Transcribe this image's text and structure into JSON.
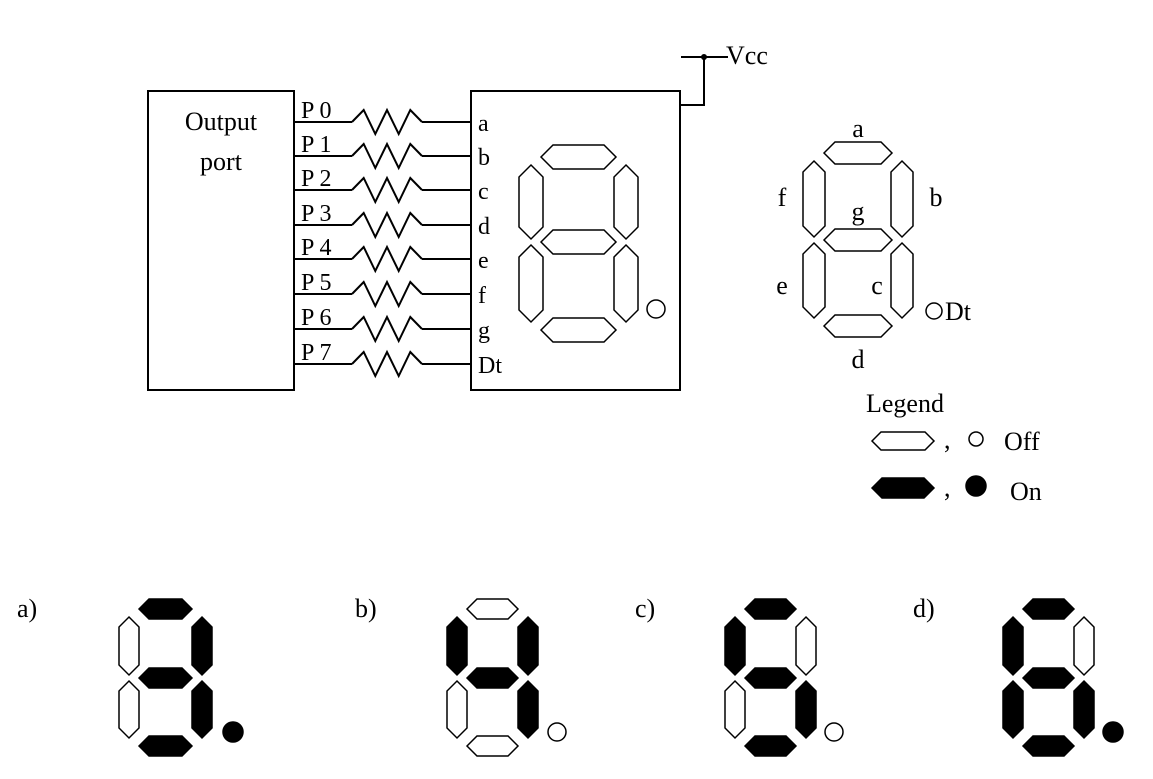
{
  "diagram": {
    "output_port": {
      "line1": "Output",
      "line2": "port"
    },
    "ports": [
      "P 0",
      "P 1",
      "P 2",
      "P 3",
      "P 4",
      "P 5",
      "P 6",
      "P 7"
    ],
    "display_pins": [
      "a",
      "b",
      "c",
      "d",
      "e",
      "f",
      "g",
      "Dt"
    ],
    "vcc_label": "Vcc",
    "reference": {
      "a": "a",
      "b": "b",
      "c": "c",
      "d": "d",
      "e": "e",
      "f": "f",
      "g": "g",
      "dt": "Dt"
    },
    "legend": {
      "title": "Legend",
      "comma": ",",
      "off_label": "Off",
      "on_label": "On"
    }
  },
  "options": [
    {
      "label": "a)",
      "on": [
        "a",
        "b",
        "c",
        "d",
        "g",
        "dp"
      ]
    },
    {
      "label": "b)",
      "on": [
        "b",
        "c",
        "f",
        "g"
      ]
    },
    {
      "label": "c)",
      "on": [
        "a",
        "c",
        "d",
        "f",
        "g"
      ]
    },
    {
      "label": "d)",
      "on": [
        "a",
        "c",
        "d",
        "e",
        "f",
        "g",
        "dp"
      ]
    }
  ],
  "colors": {
    "segment_on": "#000000",
    "segment_off": "#ffffff",
    "line": "#000000"
  }
}
